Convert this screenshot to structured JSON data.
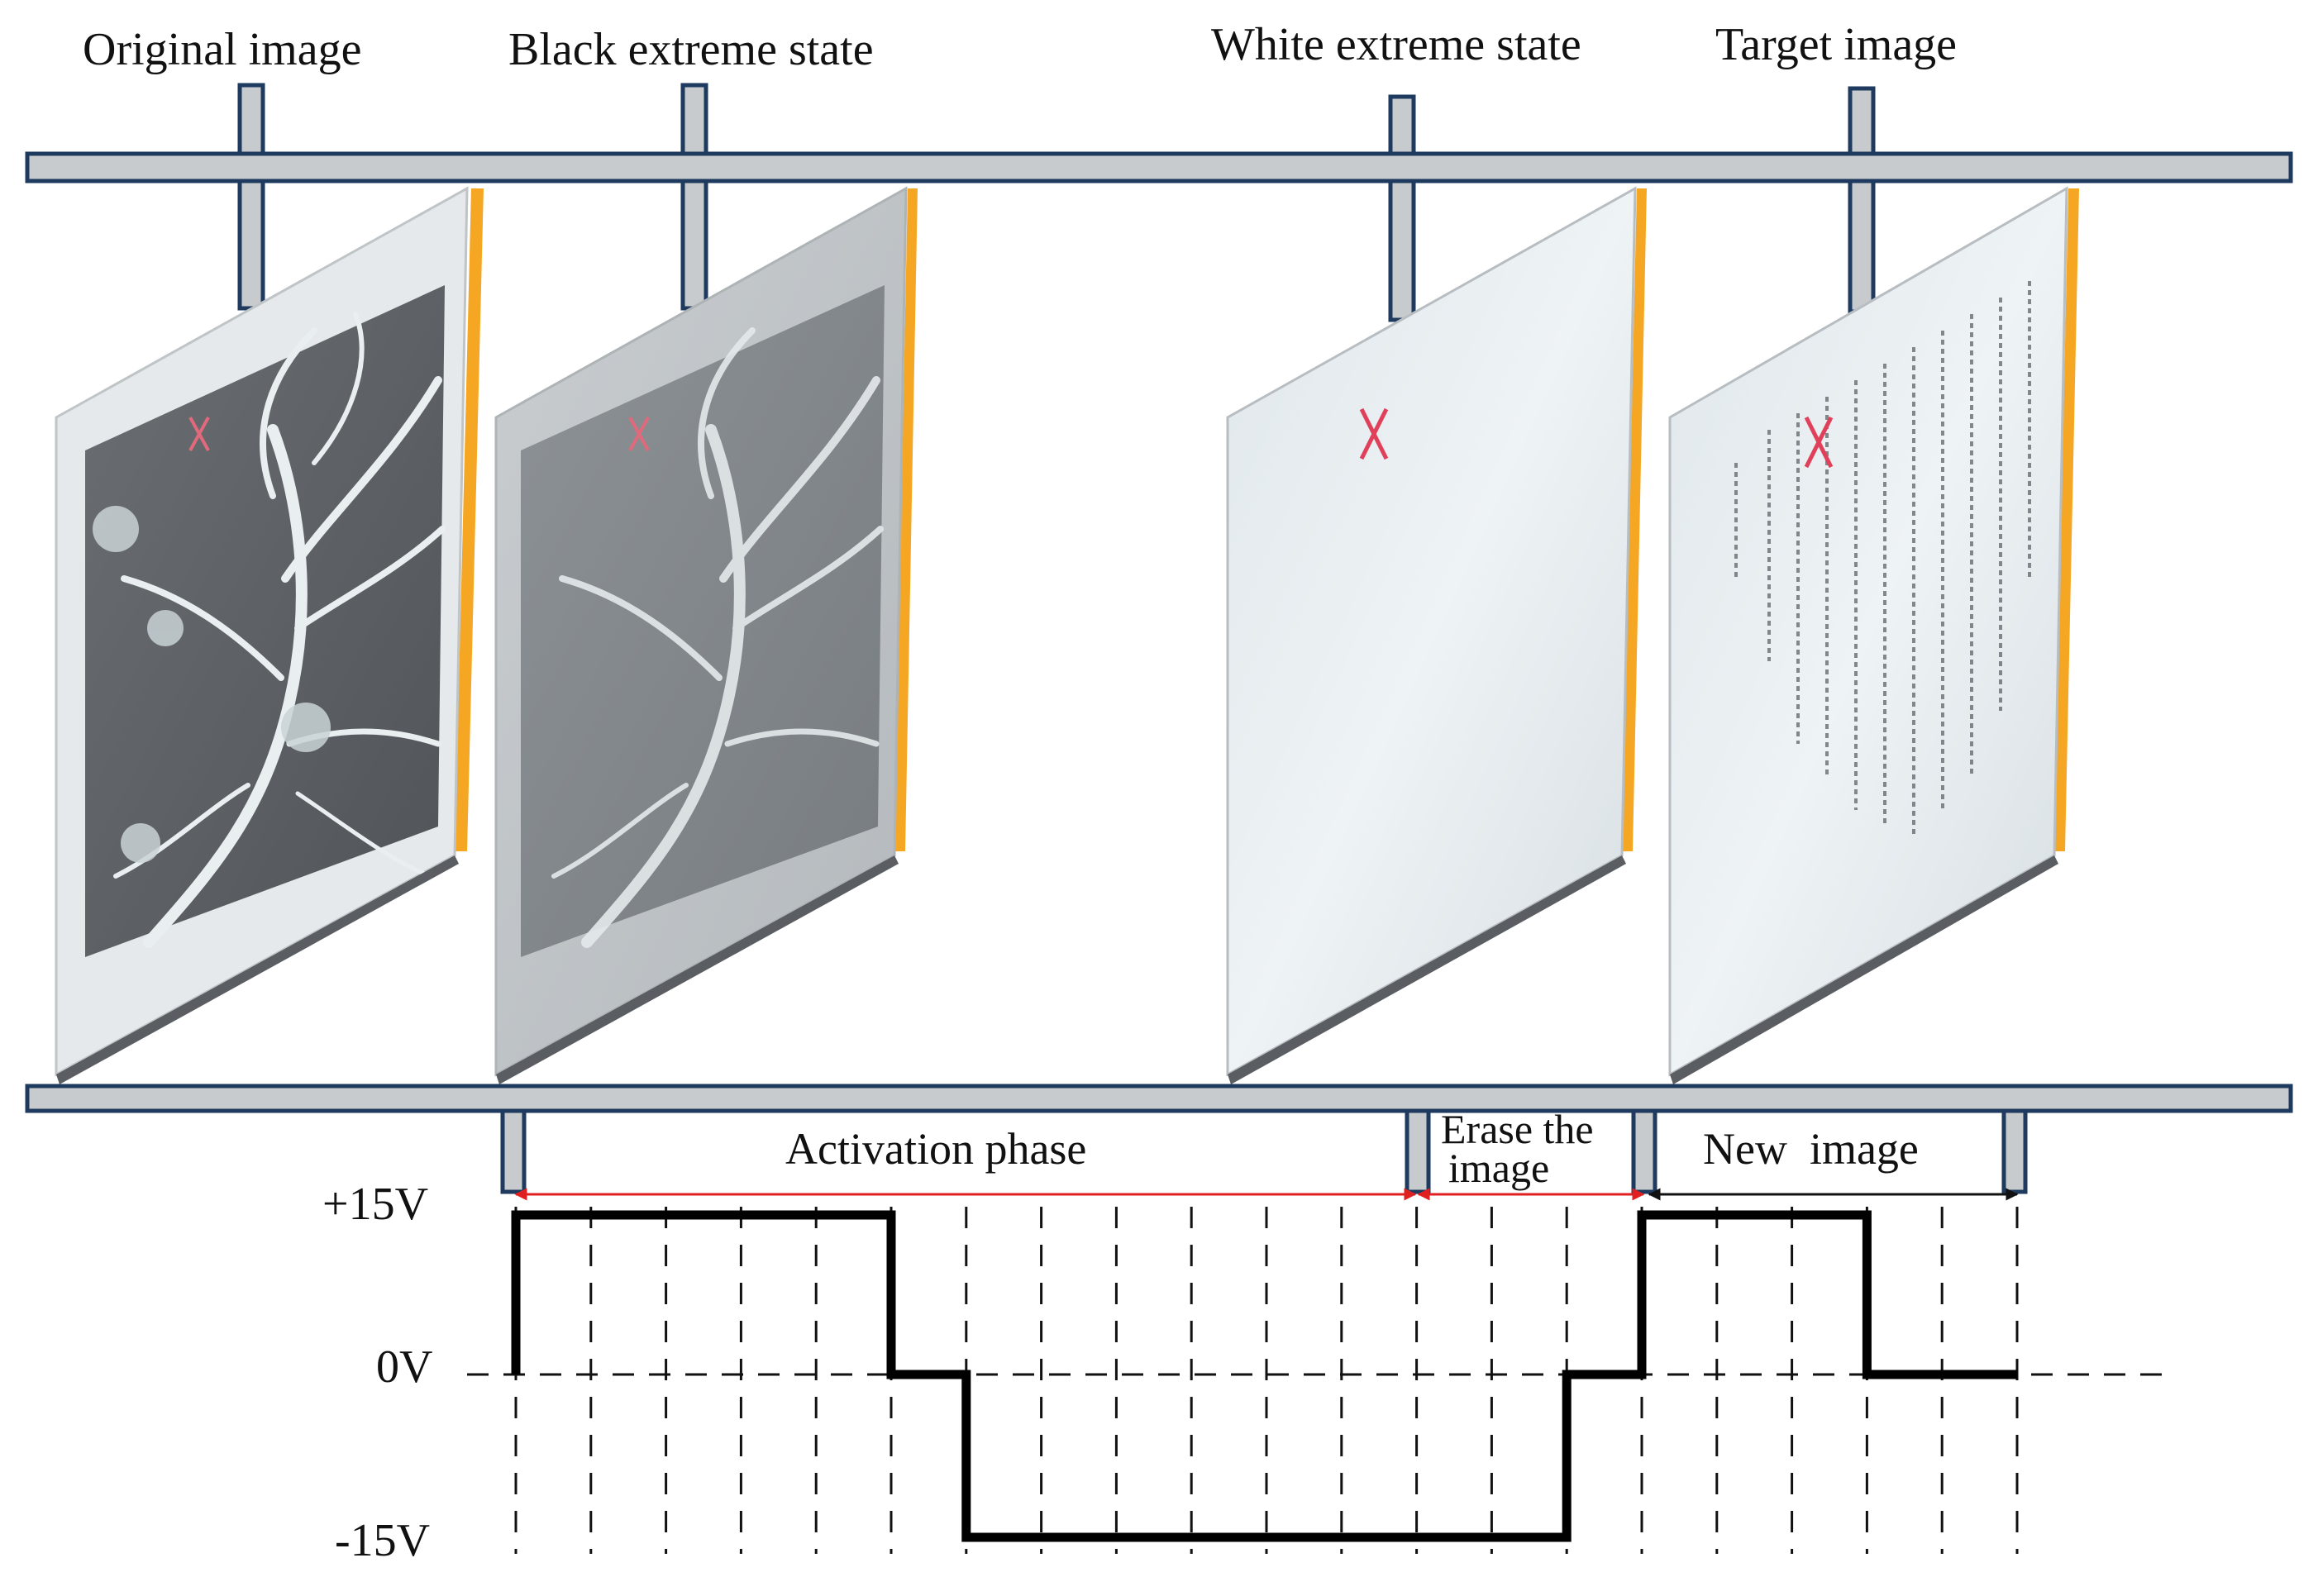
{
  "titles": {
    "original": "Original image",
    "black": "Black extreme state",
    "white": "White extreme state",
    "target": "Target image"
  },
  "phases": {
    "activation": "Activation phase",
    "erase_line1": "Erase the",
    "erase_line2": "image",
    "new_image": "New  image"
  },
  "voltages": {
    "high": "+15V",
    "zero": "0V",
    "low": "-15V"
  },
  "panels": [
    {
      "id": "original",
      "content": "tree-image",
      "marker": "x-mark"
    },
    {
      "id": "black-extreme",
      "content": "tree-image-faded",
      "marker": "x-mark"
    },
    {
      "id": "white-extreme",
      "content": "blank",
      "marker": "x-mark"
    },
    {
      "id": "target",
      "content": "text-page",
      "marker": "x-mark"
    }
  ],
  "colors": {
    "rail_fill": "#c8cbce",
    "rail_stroke": "#1f3a5f",
    "accent_orange": "#f5a623",
    "arrow_red": "#e02020",
    "waveform": "#000000"
  },
  "waveform": {
    "unit": "V",
    "levels": [
      15,
      0,
      -15
    ],
    "steps": [
      {
        "from": 0,
        "to": 5,
        "level": 15
      },
      {
        "from": 5,
        "to": 6,
        "level": 0
      },
      {
        "from": 6,
        "to": 14,
        "level": -15
      },
      {
        "from": 14,
        "to": 15,
        "level": 0
      },
      {
        "from": 15,
        "to": 18,
        "level": 15
      },
      {
        "from": 18,
        "to": 20,
        "level": 0
      }
    ],
    "time_slots": 20
  }
}
